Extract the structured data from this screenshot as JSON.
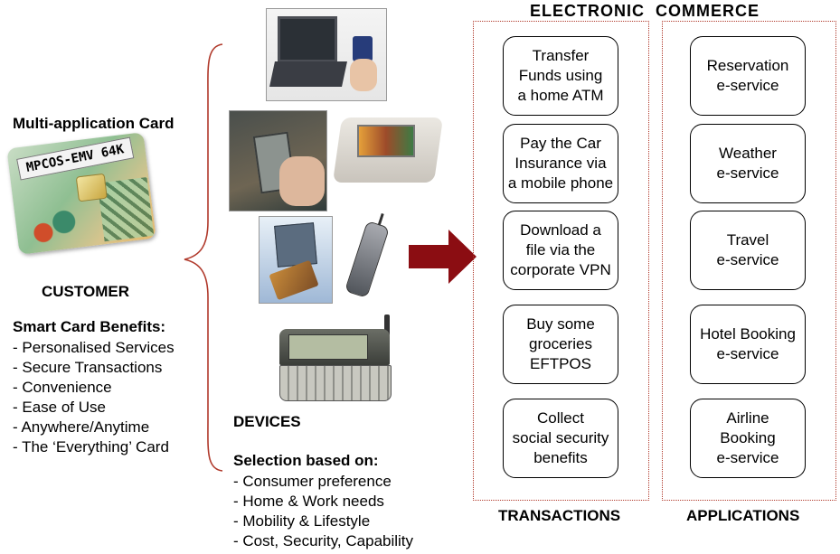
{
  "header": {
    "title": "ELECTRONIC  COMMERCE"
  },
  "customer": {
    "card_title": "Multi-application Card",
    "card_label": "MPCOS-EMV 64K",
    "section_title": "CUSTOMER",
    "benefits_title": "Smart Card Benefits:",
    "benefits": [
      "- Personalised Services",
      "- Secure Transactions",
      "- Convenience",
      "- Ease of Use",
      "- Anywhere/Anytime",
      "- The ‘Everything’ Card"
    ]
  },
  "devices": {
    "section_title": "DEVICES",
    "selection_title": "Selection based on:",
    "criteria": [
      "- Consumer preference",
      "- Home & Work needs",
      "- Mobility & Lifestyle",
      "- Cost, Security, Capability"
    ]
  },
  "transactions": {
    "footer": "TRANSACTIONS",
    "items": [
      "Transfer\nFunds using\na home ATM",
      "Pay the Car\nInsurance via\na mobile phone",
      "Download a\nfile via the\ncorporate VPN",
      "Buy some\ngroceries\nEFTPOS",
      "Collect\nsocial security\nbenefits"
    ]
  },
  "applications": {
    "footer": "APPLICATIONS",
    "items": [
      "Reservation\ne-service",
      "Weather\ne-service",
      "Travel\ne-service",
      "Hotel Booking\ne-service",
      "Airline\nBooking\ne-service"
    ]
  },
  "colors": {
    "arrow": "#8b0d12",
    "panel_border": "#b0392b",
    "brace": "#b0392b"
  }
}
